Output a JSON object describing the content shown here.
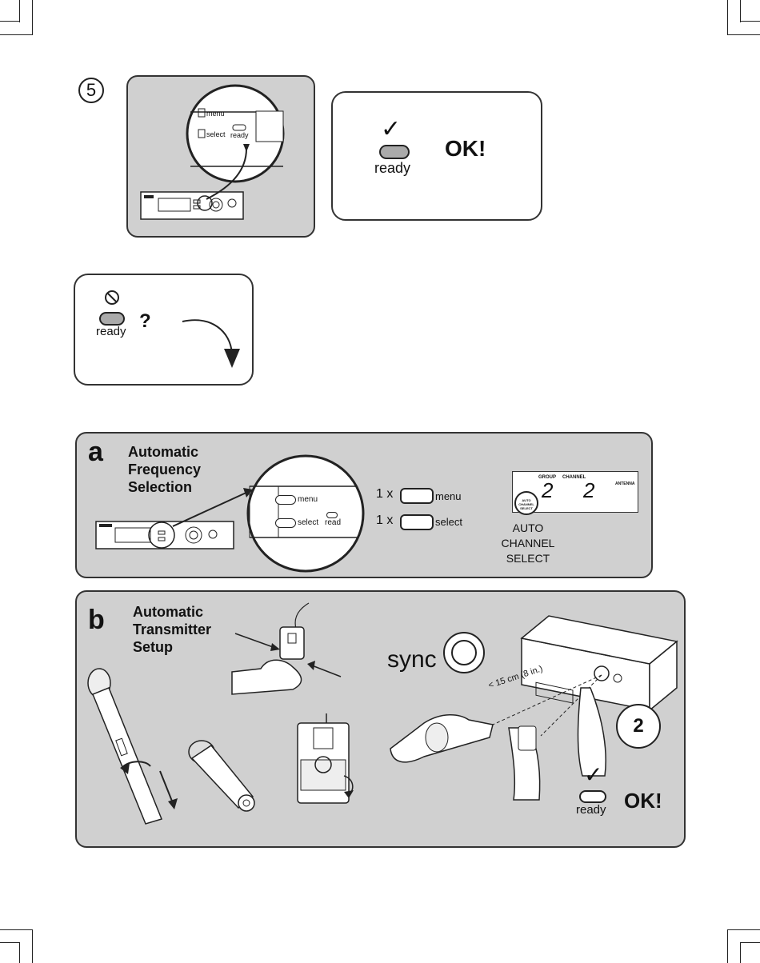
{
  "step": {
    "number": "5"
  },
  "success_card": {
    "check": "✓",
    "ready_label": "ready",
    "ok_text": "OK!"
  },
  "fail_card": {
    "ready_label": "ready",
    "question": "?"
  },
  "panel_a": {
    "letter": "a",
    "heading": "Automatic\nFrequency\nSelection",
    "zoom": {
      "menu_label": "menu",
      "select_label": "select",
      "ready_label": "read"
    },
    "press1": {
      "count": "1 x",
      "label": "menu"
    },
    "press2": {
      "count": "1 x",
      "label": "select"
    },
    "display": {
      "group_label": "GROUP",
      "channel_label": "CHANNEL",
      "antenna_label": "ANTENNA",
      "group_value": "2",
      "channel_value": "2",
      "button_text": "AUTO CHANNEL SELECT"
    },
    "caption": "AUTO\nCHANNEL\nSELECT"
  },
  "panel_b": {
    "letter": "b",
    "heading": "Automatic\nTransmitter\nSetup",
    "sync_label": "sync",
    "distance_label": "< 15 cm (8 in.)",
    "timer_value": "2",
    "check": "✓",
    "ready_label": "ready",
    "ok_text": "OK!"
  },
  "colors": {
    "panel_grey": "#d0d0d0",
    "button_grey": "#aaaaaa",
    "stroke": "#222222"
  }
}
